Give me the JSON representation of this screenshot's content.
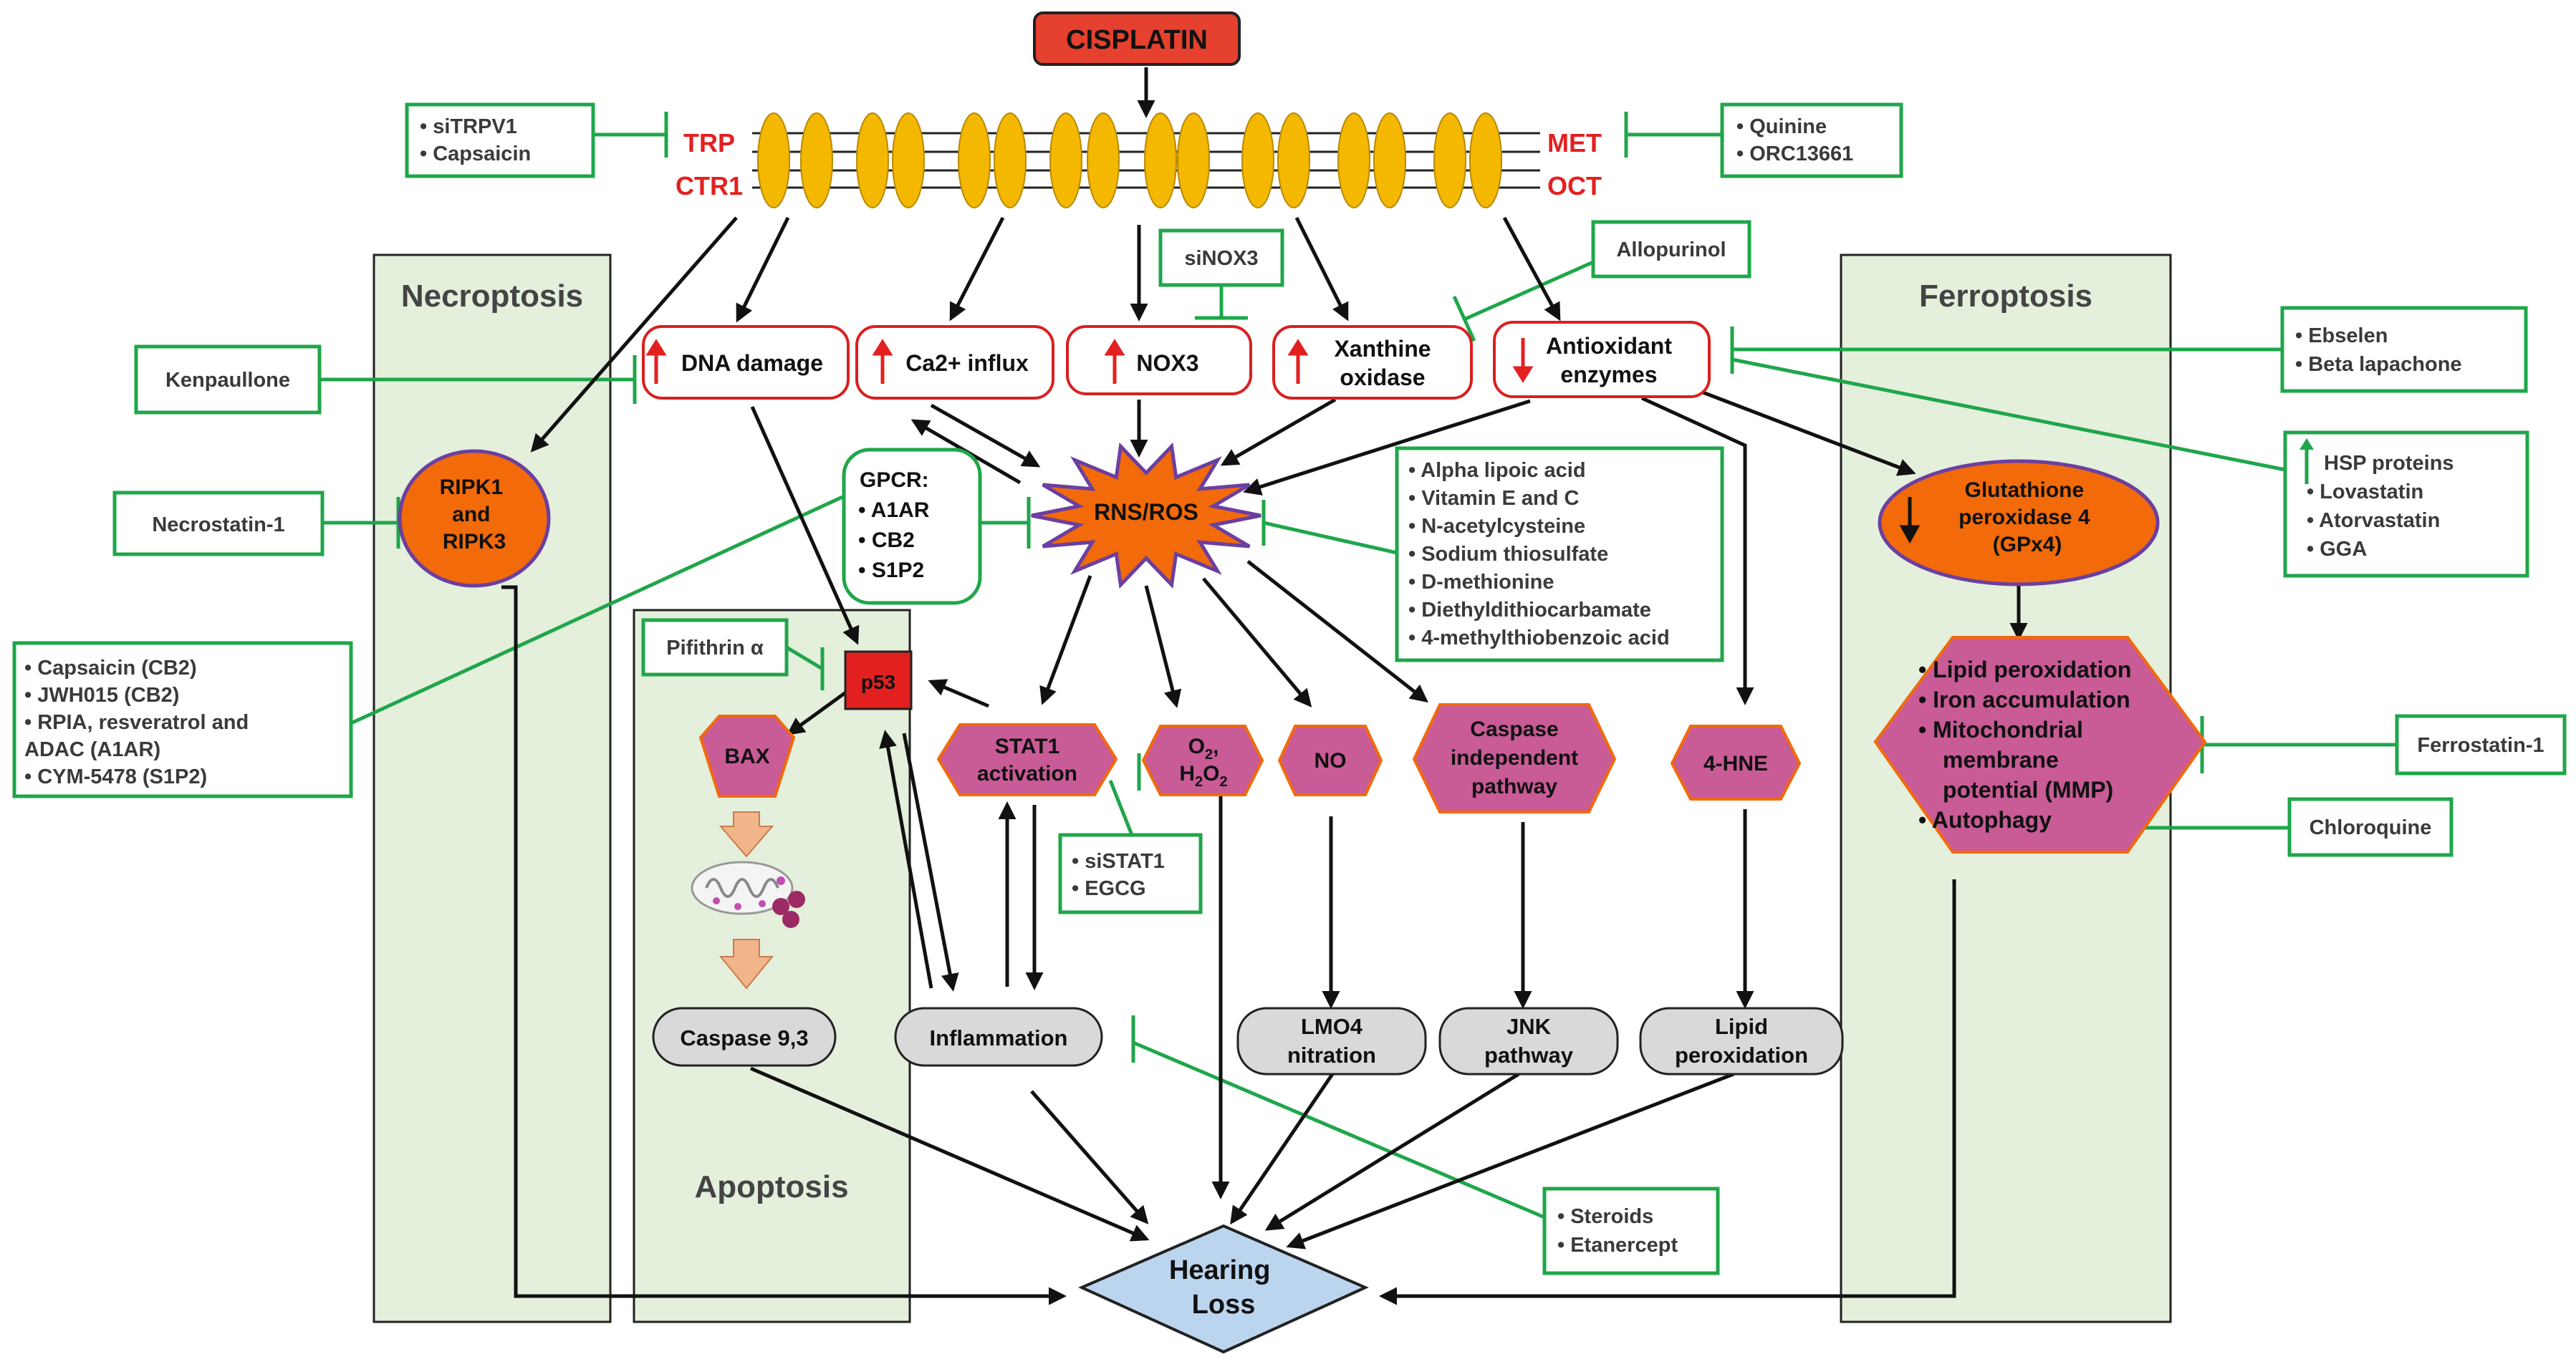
{
  "colors": {
    "green": "#1fa64a",
    "panel_fill": "#e4efdc",
    "red": "#e32020",
    "drug_red": "#e6402e",
    "magenta": "#c95b96",
    "orange": "#f26a0a",
    "gray": "#d9d9d9",
    "blue": "#bcd5ef",
    "channel": "#f5b800"
  },
  "title": "CISPLATIN",
  "membrane": {
    "left_top": "TRP",
    "left_bottom": "CTR1",
    "right_top": "MET",
    "right_bottom": "OCT"
  },
  "regions": {
    "necroptosis": "Necroptosis",
    "apoptosis": "Apoptosis",
    "ferroptosis": "Ferroptosis"
  },
  "effects": {
    "dna_damage": "DNA damage",
    "ca_influx": "Ca2+ influx",
    "nox3": "NOX3",
    "xanthine_1": "Xanthine",
    "xanthine_2": "oxidase",
    "antiox_1": "Antioxidant",
    "antiox_2": "enzymes"
  },
  "ros": "RNS/ROS",
  "gpcr": {
    "title": "GPCR:",
    "items": [
      "• A1AR",
      "• CB2",
      "• S1P2"
    ]
  },
  "ripk": [
    "RIPK1",
    "and",
    "RIPK3"
  ],
  "gpx4": [
    "Glutathione",
    "peroxidase 4",
    "(GPx4)"
  ],
  "p53": "p53",
  "mediators": {
    "bax": "BAX",
    "stat1": [
      "STAT1",
      "activation"
    ],
    "o2": [
      "O",
      "2",
      ",",
      "H",
      "2",
      "O",
      "2"
    ],
    "no": "NO",
    "caspase_indep": [
      "Caspase",
      "independent",
      "pathway"
    ],
    "hne": "4-HNE"
  },
  "ferro_box": [
    "• Lipid peroxidation",
    "• Iron accumulation",
    "• Mitochondrial",
    "membrane",
    "potential (MMP)",
    "• Autophagy"
  ],
  "outcomes": {
    "caspase93": "Caspase 9,3",
    "inflammation": "Inflammation",
    "lmo4": [
      "LMO4",
      "nitration"
    ],
    "jnk": [
      "JNK",
      "pathway"
    ],
    "lipid": [
      "Lipid",
      "peroxidation"
    ]
  },
  "hearing_loss": [
    "Hearing",
    "Loss"
  ],
  "inhibitors": {
    "trp": [
      "•   siTRPV1",
      "•   Capsaicin"
    ],
    "met": [
      "•   Quinine",
      "•   ORC13661"
    ],
    "sinox3": "siNOX3",
    "allopurinol": "Allopurinol",
    "kenpaullone": "Kenpaullone",
    "necrostatin": "Necrostatin-1",
    "gpcr_agonists": [
      "•   Capsaicin (CB2)",
      "•   JWH015 (CB2)",
      "•   RPIA, resveratrol and",
      "     ADAC (A1AR)",
      "•   CYM-5478 (S1P2)"
    ],
    "pifithrin": "Pifithrin α",
    "antioxidants": [
      "•   Alpha lipoic acid",
      "•   Vitamin E and C",
      "•   N-acetylcysteine",
      "•   Sodium thiosulfate",
      "•   D-methionine",
      "•   Diethyldithiocarbamate",
      "•   4-methylthiobenzoic acid"
    ],
    "stat1": [
      "•   siSTAT1",
      "•   EGCG"
    ],
    "ebselen": [
      "•   Ebselen",
      "•   Beta lapachone"
    ],
    "hsp": [
      "HSP proteins",
      "•   Lovastatin",
      "•   Atorvastatin",
      "•   GGA"
    ],
    "ferrostatin": "Ferrostatin-1",
    "chloroquine": "Chloroquine",
    "steroids": [
      "•   Steroids",
      "•   Etanercept"
    ]
  }
}
